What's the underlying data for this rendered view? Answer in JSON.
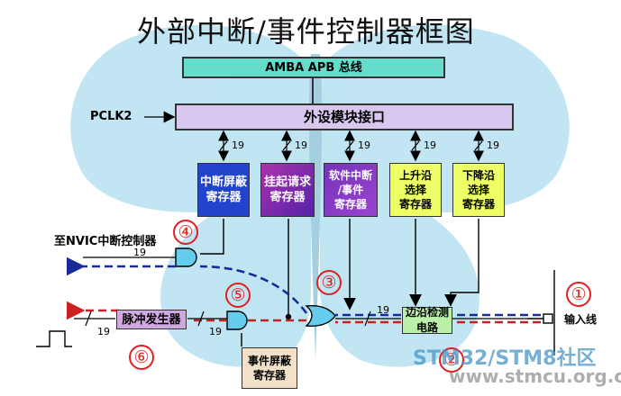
{
  "title": "外部中断/事件控制器框图",
  "bus_label": "AMBA APB 总线",
  "pclk_label": "PCLK2",
  "interface_label": "外设模块接口",
  "registers": {
    "imr": [
      "中断屏蔽",
      "寄存器"
    ],
    "pr": [
      "挂起请求",
      "寄存器"
    ],
    "swier": [
      "软件中断",
      "/事件",
      "寄存器"
    ],
    "rtsr": [
      "上升沿",
      "选择",
      "寄存器"
    ],
    "ftsr": [
      "下降沿",
      "选择",
      "寄存器"
    ],
    "emr": [
      "事件屏蔽",
      "寄存器"
    ]
  },
  "edge_detect_label": "边沿检测电路",
  "pulse_gen_label": "脉冲发生器",
  "nvic_label": "至NVIC中断控制器",
  "input_label": "输入线",
  "bus_width": "19",
  "markers": [
    "①",
    "②",
    "③",
    "④",
    "⑤",
    "⑥"
  ],
  "watermark": {
    "line1": "STM32/STM8社区",
    "line2": "www.stmcu.org.cn"
  },
  "colors": {
    "interrupt_path": "#1a2a9a",
    "event_path": "#cc2020",
    "bus": "#66ddcc",
    "interface": "#d8c8f0",
    "blue_reg": "#2244cc",
    "magenta_reg": "#aa33aa",
    "yellow_reg": "#eeff66",
    "green_box": "#bbf0aa"
  }
}
